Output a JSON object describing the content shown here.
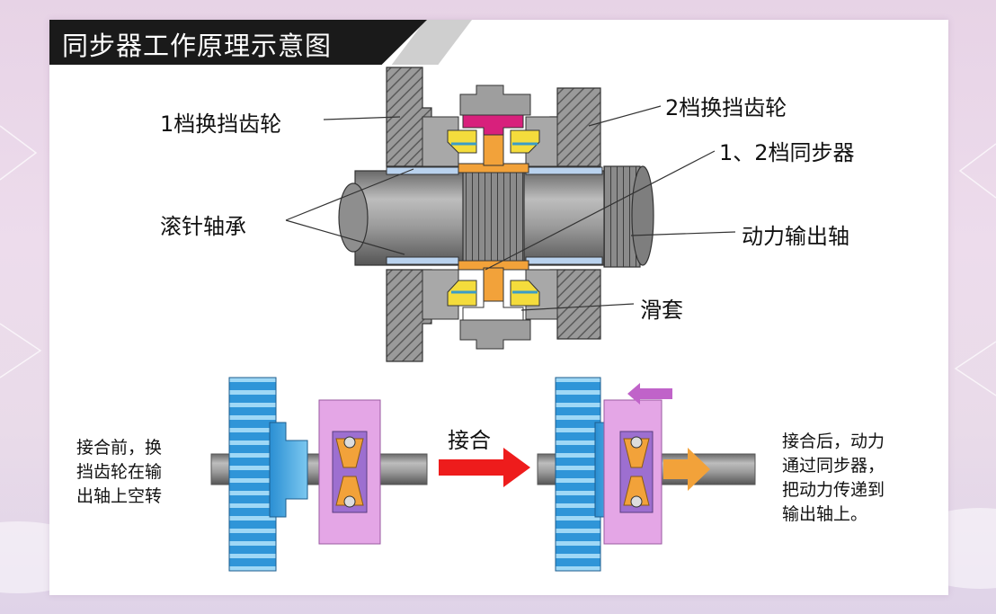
{
  "title": "同步器工作原理示意图",
  "labels": {
    "gear1": "1档换挡齿轮",
    "gear2": "2档换挡齿轮",
    "synchronizer": "1、2档同步器",
    "needle_bearing": "滚针轴承",
    "output_shaft": "动力输出轴",
    "sleeve": "滑套"
  },
  "bottom": {
    "engage": "接合",
    "before_lines": [
      "接合前，换",
      "挡齿轮在输",
      "出轴上空转"
    ],
    "after_lines": [
      "接合后，动力",
      "通过同步器，",
      "把动力传递到",
      "输出轴上。"
    ]
  },
  "colors": {
    "gear_blue": "#2f95d8",
    "sleeve_pink": "#e4a6e6",
    "synchro_orange": "#f2a23a",
    "engage_arrow_red": "#ee1c1c",
    "sleeve_arrow_purple": "#c063c9"
  }
}
